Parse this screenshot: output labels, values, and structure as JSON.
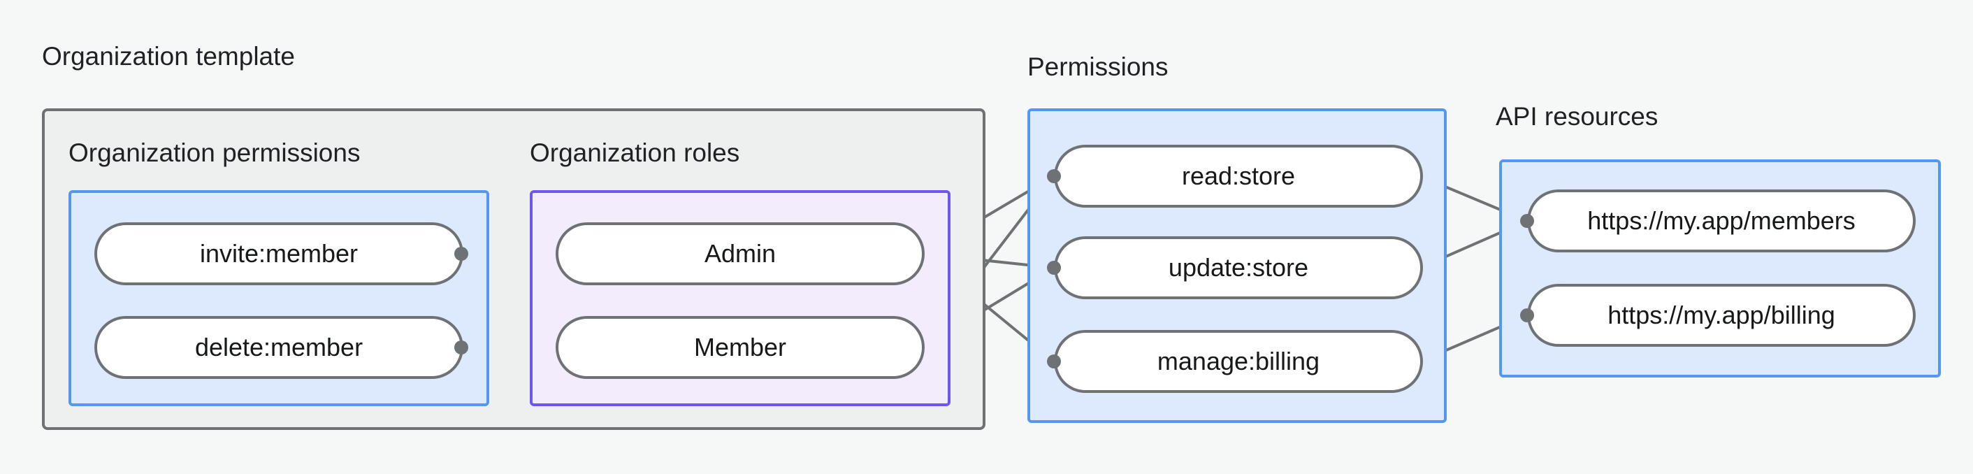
{
  "diagram": {
    "title_org_template": "Organization template",
    "title_permissions": "Permissions",
    "title_api_resources": "API resources",
    "section_org_permissions": "Organization permissions",
    "section_org_roles": "Organization roles",
    "colors": {
      "canvas_background": "#f6f8f8",
      "gray_container_fill": "#eeefef",
      "gray_container_border": "#6e7275",
      "blue_container_fill": "#ddeafd",
      "blue_container_border": "#5596f0",
      "purple_container_fill": "#f2ecfd",
      "purple_container_border": "#7055f5",
      "node_fill": "#ffffff",
      "node_border": "#6e7275",
      "edge_stroke": "#6e7275",
      "text": "#1f2224"
    },
    "nodes": {
      "org_permissions": [
        {
          "id": "invite-member",
          "label": "invite:member"
        },
        {
          "id": "delete-member",
          "label": "delete:member"
        }
      ],
      "org_roles": [
        {
          "id": "admin",
          "label": "Admin"
        },
        {
          "id": "member",
          "label": "Member"
        }
      ],
      "permissions": [
        {
          "id": "read-store",
          "label": "read:store"
        },
        {
          "id": "update-store",
          "label": "update:store"
        },
        {
          "id": "manage-billing",
          "label": "manage:billing"
        }
      ],
      "api_resources": [
        {
          "id": "members-resource",
          "label": "https://my.app/members"
        },
        {
          "id": "billing-resource",
          "label": "https://my.app/billing"
        }
      ]
    },
    "edges": [
      {
        "from": "invite-member",
        "to": "admin"
      },
      {
        "from": "invite-member",
        "to": "member"
      },
      {
        "from": "delete-member",
        "to": "member"
      },
      {
        "from": "admin",
        "to": "read-store"
      },
      {
        "from": "admin",
        "to": "update-store"
      },
      {
        "from": "admin",
        "to": "manage-billing"
      },
      {
        "from": "member",
        "to": "read-store"
      },
      {
        "from": "member",
        "to": "update-store"
      },
      {
        "from": "read-store",
        "to": "members-resource"
      },
      {
        "from": "update-store",
        "to": "members-resource"
      },
      {
        "from": "manage-billing",
        "to": "billing-resource"
      }
    ]
  }
}
